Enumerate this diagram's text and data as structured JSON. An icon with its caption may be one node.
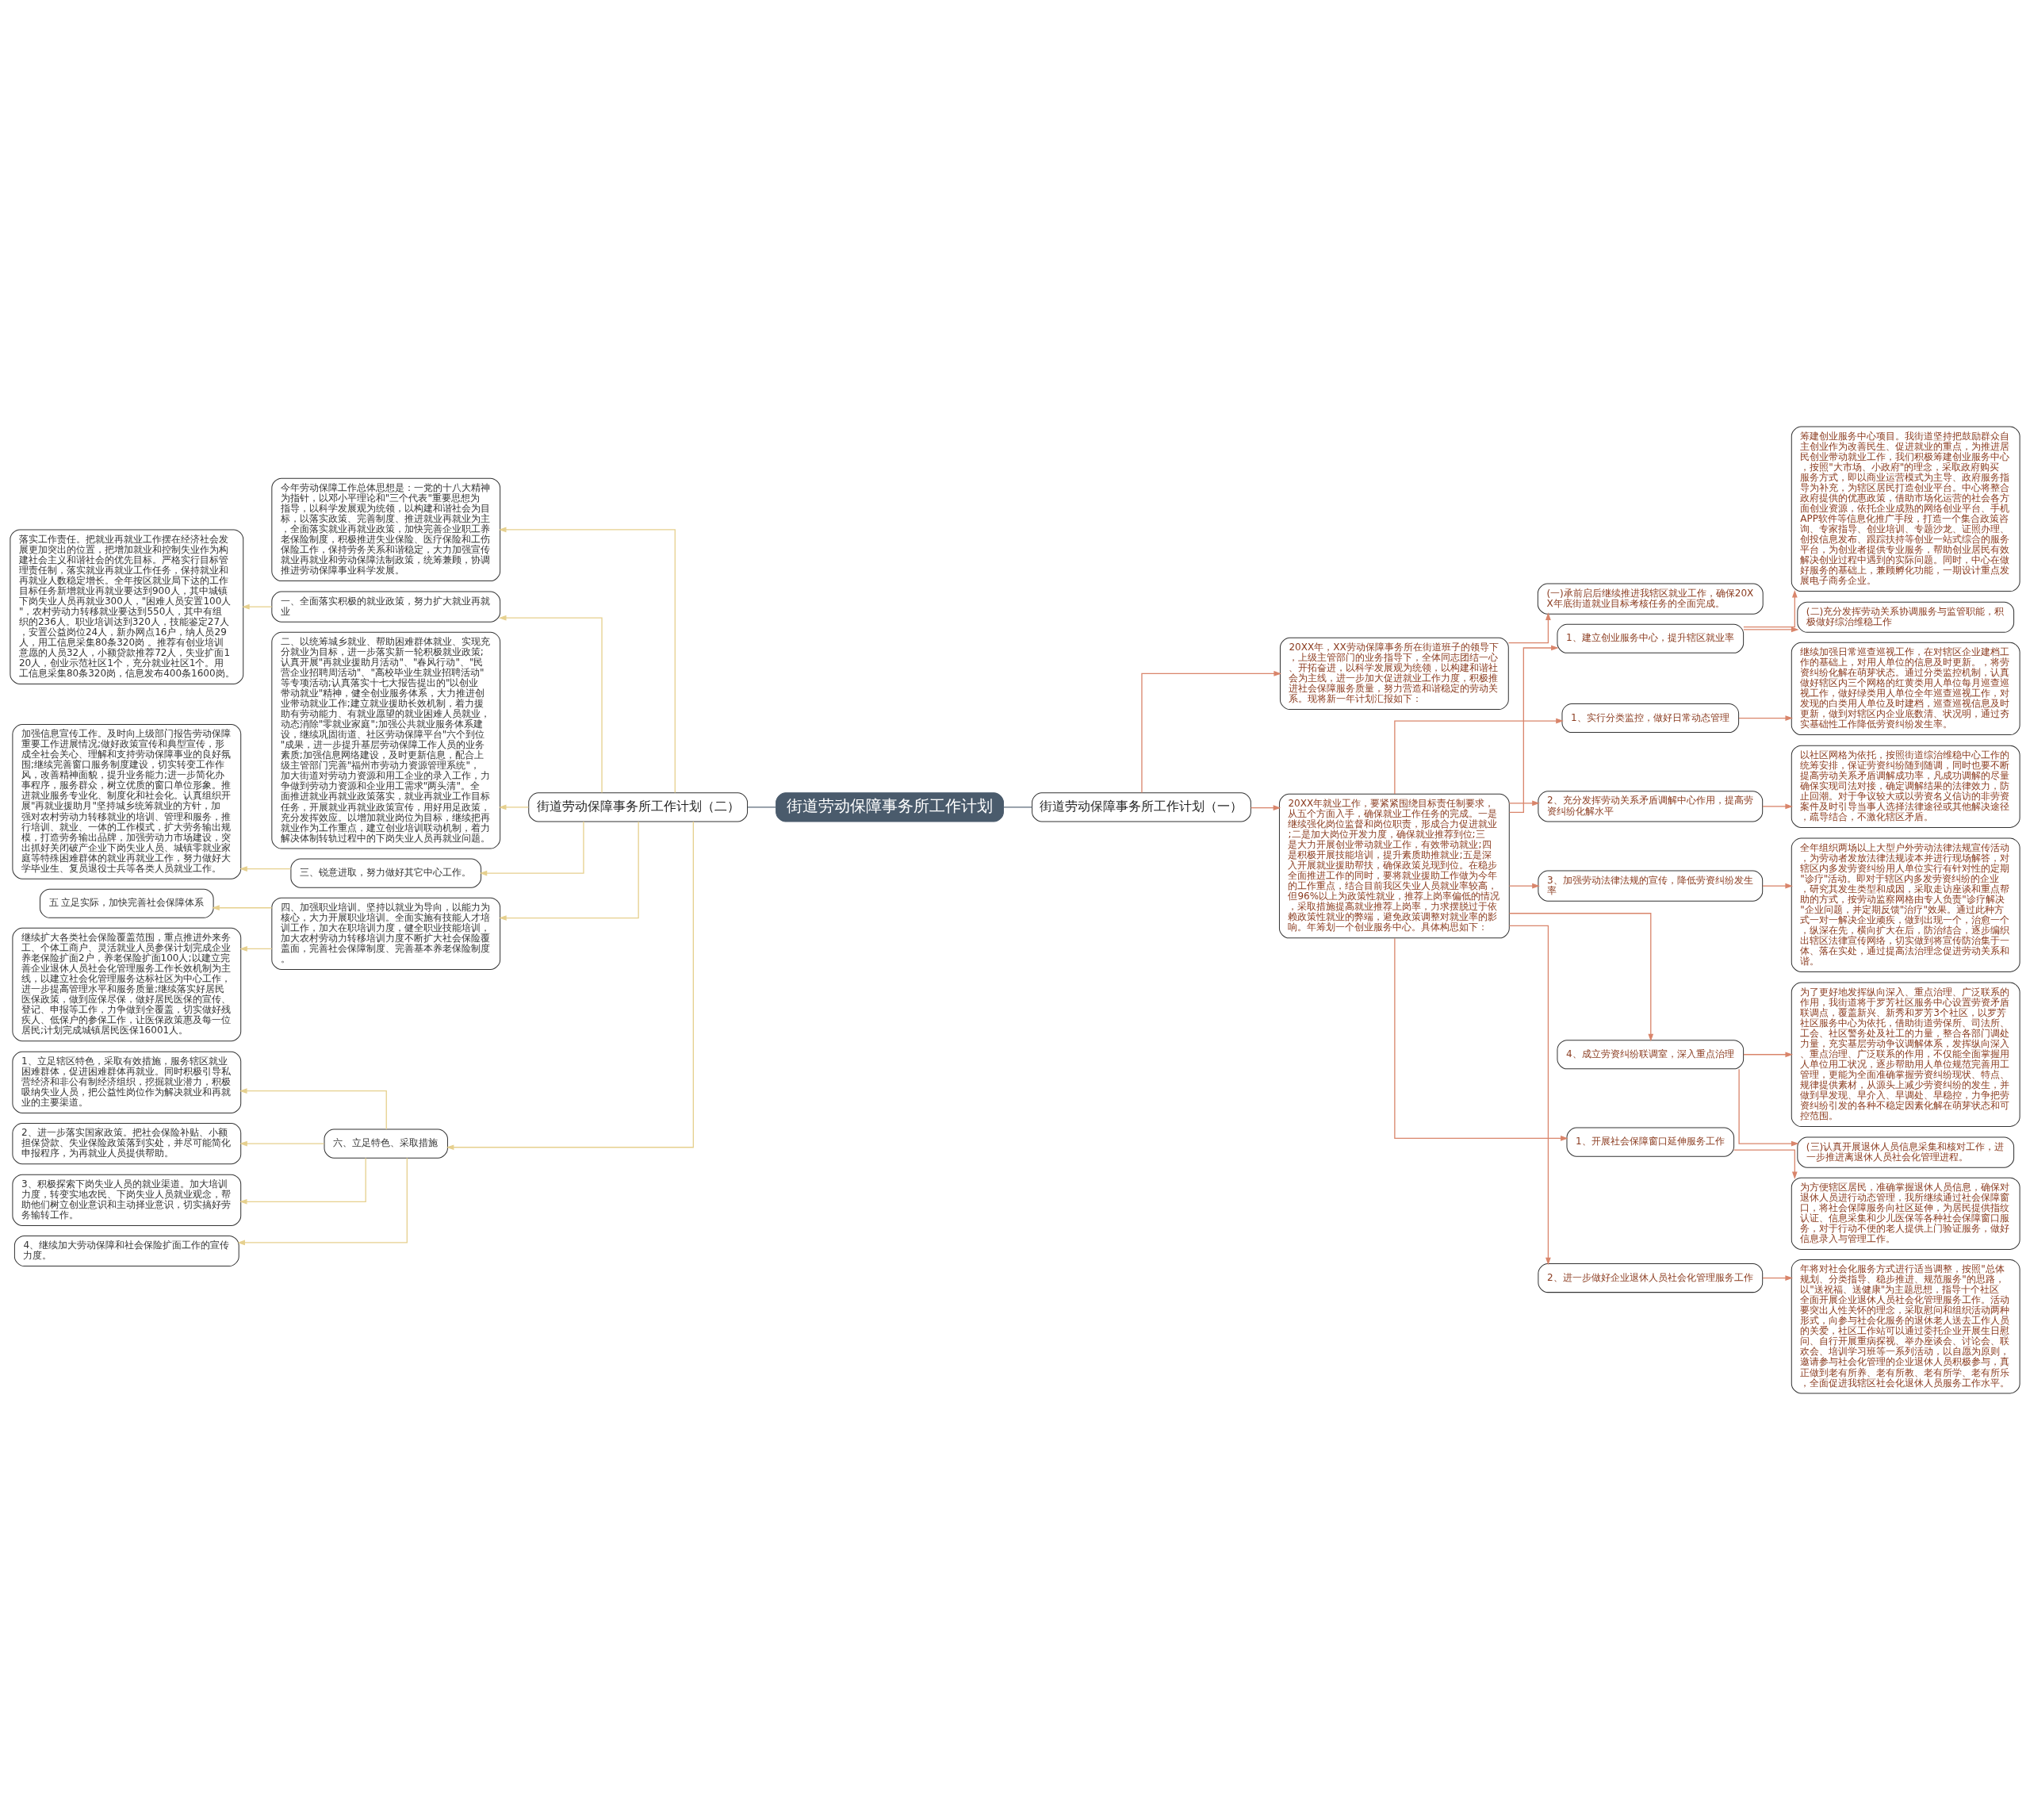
{
  "diagram": {
    "nodes": [
      {
        "text": [
          "街道劳动保障事务所工作计划"
        ]
      },
      {
        "text": [
          "街道劳动保障事务所工作计划（二）"
        ]
      },
      {
        "text": [
          "街道劳动保障事务所工作计划（一）"
        ]
      },
      {
        "text": [
          "今年劳动保障工作总体思想是：一党的十八大精神为指针，以邓小平理论和\"三个代表\"重要思想为指导，以科学发展观为统领，以构建和谐社会为目标，以落实政策、完善制度、推进就业再就业为主，全面落实就业再就业政策，加快完善企业职工养老保险制度，积极推进失业保险、医疗保险和工伤保险工作，保持劳务关系和谐稳定，大力加强宣传就业再就业和劳动保障法制政策，统筹兼顾，协调推进劳动保障事业科学发展。"
        ]
      },
      {
        "text": [
          "一、全面落实积极的就业政策，努力扩大就业再就业"
        ]
      },
      {
        "text": [
          "落实工作责任。把就业再就业工作摆在经济社会发展更加突出的位置，把增加就业和控制失业作为构建社会主义和谐社会的优先目标。严格实行目标管理责任制，落实就业再就业工作任务，保持就业和再就业人数稳定增长。全年按区就业局下达的工作目标任务新增就业再就业要达到900人，其中城镇下岗失业人员再就业300人，\"困难人员安置100人\"，农村劳动力转移就业要达到550人，其中有组织的236人。职业培训达到320人，技能鉴定27人，安置公益岗位24人，新办网点16户，纳人员29人，用工信息采集80条320岗 。推荐有创业培训意愿的人员32人，小额贷款推荐72人，失业扩面120人，创业示范社区1个，充分就业社区1个。用工信息采集80条320岗，信息发布400条1600岗。"
        ]
      },
      {
        "text": [
          "二、以统筹城乡就业、帮助困难群体就业、实现充分就业为目标，进一步落实新一轮积极就业政策;认真开展\"再就业援助月活动\"、\"春风行动\"、\"民营企业招聘周活动\"、\"高校毕业生就业招聘活动\"等专项活动;认真落实十七大报告提出的\"以创业带动就业\"精神，健全创业服务体系，大力推进创业带动就业工作;建立就业援助长效机制，着力援助有劳动能力、有就业愿望的就业困难人员就业，动态消除\"零就业家庭\";加强公共就业服务体系建设，继续巩固街道、社区劳动保障平台\"六个到位\"成果，进一步提升基层劳动保障工作人员的业务素质;加强信息网络建设，及时更新信息，配合上级主管部门完善\"福州市劳动力资源管理系统\"，加大街道对劳动力资源和用工企业的录入工作，力争做到劳动力资源和企业用工需求\"两头清\"。全面推进就业再就业政策落实，就业再就业工作目标任务，开展就业再就业政策宣传，用好用足政策，充分发挥效应。以增加就业岗位为目标，继续把再就业作为工作重点，建立创业培训联动机制，着力解决体制转轨过程中的下岗失业人员再就业问题。"
        ]
      },
      {
        "text": [
          "三、锐意进取，努力做好其它中心工作。"
        ]
      },
      {
        "text": [
          "加强信息宣传工作。及时向上级部门报告劳动保障重要工作进展情况;做好政策宣传和典型宣传，形成全社会关心、理解和支持劳动保障事业的良好氛围;继续完善窗口服务制度建设，切实转变工作作风，改善精神面貌，提升业务能力;进一步简化办事程序，服务群众，树立优质的窗口单位形象。推进就业服务专业化、制度化和社会化。认真组织开展\"再就业援助月\"坚持城乡统筹就业的方针，加强对农村劳动力转移就业的培训、管理和服务，推行培训、就业、一体的工作模式，扩大劳务输出规模，打造劳务输出品牌，加强劳动力市场建设，突出抓好关闭破产企业下岗失业人员、城镇零就业家庭等特殊困难群体的就业再就业工作，努力做好大学毕业生、复员退役士兵等各类人员就业工作。"
        ]
      },
      {
        "text": [
          "四、加强职业培训。坚持以就业为导向，以能力为核心，大力开展职业培训。全面实施有技能人才培训工作，加大在职培训力度，健全职业技能培训，加大农村劳动力转移培训力度不断扩大社会保险覆盖面，完善社会保障制度、完善基本养老保险制度。"
        ]
      },
      {
        "text": [
          "五 立足实际，加快完善社会保障体系"
        ]
      },
      {
        "text": [
          "继续扩大各类社会保险覆盖范围，重点推进外来务工、个体工商户、灵活就业人员参保计划完成企业养老保险扩面2户，养老保险扩面100人;以建立完善企业退休人员社会化管理服务工作长效机制为主线，以建立社会化管理服务达标社区为中心工作，进一步提高管理水平和服务质量;继续落实好居民医保政策，做到应保尽保，做好居民医保的宣传、登记、申报等工作，力争做到全覆盖，切实做好残疾人、低保户的参保工作，让医保政策惠及每一位居民;计划完成城镇居民医保16001人。"
        ]
      },
      {
        "text": [
          "六、立足特色、采取措施"
        ]
      },
      {
        "text": [
          "1、立足辖区特色，采取有效措施，服务辖区就业困难群体，促进困难群体再就业。同时积极引导私营经济和非公有制经济组织，挖掘就业潜力，积极吸纳失业人员，把公益性岗位作为解决就业和再就业的主要渠道。"
        ]
      },
      {
        "text": [
          "2、进一步落实国家政策。把社会保险补贴、小额担保贷款、失业保险政策落到实处，并尽可能简化申报程序，为再就业人员提供帮助。"
        ]
      },
      {
        "text": [
          "3、积极探索下岗失业人员的就业渠道。加大培训力度，转变实地农民、下岗失业人员就业观念，帮助他们树立创业意识和主动择业意识，切实搞好劳务输转工作。"
        ]
      },
      {
        "text": [
          "4、继续加大劳动保障和社会保险扩面工作的宣传力度。"
        ]
      },
      {
        "text": [
          "20XX年，XX劳动保障事务所在街道班子的领导下，上级主管部门的业务指导下，全体同志团结一心、开拓奋进，以科学发展观为统领，以构建和谐社会为主线，进一步加大促进就业工作力度，积极推进社会保障服务质量，努力营造和谐稳定的劳动关系。现将新一年计划汇报如下："
        ]
      },
      {
        "text": [
          "(一)承前启后继续推进我辖区就业工作，确保20XX年底街道就业目标考核任务的全面完成。"
        ]
      },
      {
        "text": [
          "20XX年就业工作，要紧紧围绕目标责任制要求，从五个方面入手，确保就业工作任务的完成。一是继续强化岗位监督和岗位职责，形成合力促进就业;二是加大岗位开发力度，确保就业推荐到位;三是大力开展创业带动就业工作，有效带动就业;四是积极开展技能培训，提升素质助推就业;五是深入开展就业援助帮扶，确保政策兑现到位。在稳步全面推进工作的同时，要将就业援助工作做为今年的工作重点，结合目前我区失业人员就业率较高，但96%以上为政策性就业，推荐上岗率偏低的情况，采取措施提高就业推荐上岗率，力求摆脱过于依赖政策性就业的弊端，避免政策调整对就业率的影响。年筹划一个创业服务中心。具体构思如下："
        ]
      },
      {
        "text": [
          "1、建立创业服务中心，提升辖区就业率"
        ]
      },
      {
        "text": [
          "筹建创业服务中心项目。我街道坚持把鼓励群众自主创业作为改善民生、促进就业的重点，为推进居民创业带动就业工作，我们积极筹建创业服务中心，按照\"大市场、小政府\"的理念，采取政府购买服务方式，即以商业运营模式为主导、政府服务指导为补充，为辖区居民打造创业平台。中心将整合政府提供的优惠政策，借助市场化运营的社会各方面创业资源，依托企业成熟的网络创业平台、手机APP软件等信息化推广手段，打造一个集合政策咨询、专家指导、创业培训、专题沙龙、证照办理、创投信息发布、跟踪扶持等创业一站式综合的服务平台，为创业者提供专业服务，帮助创业居民有效解决创业过程中遇到的实际问题。同时，中心在做好服务的基础上，兼顾孵化功能，一期设计重点发展电子商务企业。"
        ]
      },
      {
        "text": [
          "(二)充分发挥劳动关系协调服务与监管职能，积极做好综治维稳工作"
        ]
      },
      {
        "text": [
          "1、实行分类监控，做好日常动态管理"
        ]
      },
      {
        "text": [
          "继续加强日常巡查巡视工作，在对辖区企业建档工作的基础上，对用人单位的信息及时更新。，将劳资纠纷化解在萌芽状态。通过分类监控机制，认真做好辖区内三个网格的红黄类用人单位每月巡查巡视工作，做好绿类用人单位全年巡查巡视工作，对发现的白类用人单位及时建档，巡查巡视信息及时更新，做到对辖区内企业底数清、状况明，通过夯实基础性工作降低劳资纠纷发生率。"
        ]
      },
      {
        "text": [
          "2、充分发挥劳动关系矛盾调解中心作用，提高劳资纠纷化解水平"
        ]
      },
      {
        "text": [
          "以社区网格为依托，按照街道综治维稳中心工作的统筹安排，保证劳资纠纷随到随调，同时也要不断提高劳动关系矛盾调解成功率，凡成功调解的尽量确保实现司法对接，确定调解结果的法律效力，防止回潮。对于争议较大或以劳资名义信访的非劳资案件及时引导当事人选择法律途径或其他解决途径，疏导结合，不激化辖区矛盾。"
        ]
      },
      {
        "text": [
          "3、加强劳动法律法规的宣传，降低劳资纠纷发生率"
        ]
      },
      {
        "text": [
          "全年组织两场以上大型户外劳动法律法规宣传活动，为劳动者发放法律法规读本并进行现场解答，对辖区内多发劳资纠纷用人单位实行有针对性的定期\"诊疗\"活动。即对于辖区内多发劳资纠纷的企业，研究其发生类型和成因，采取走访座谈和重点帮助的方式，按劳动监察网格由专人负责\"诊疗解决\"企业问题，并定期反馈\"治疗\"效果。通过此种方式一对一解决企业顽疾，做到出现一个，治愈一个，纵深在先，横向扩大在后，防治结合，逐步编织出辖区法律宣传网络，切实做到将宣传防治集于一体、落在实处，通过提高法治理念促进劳动关系和谐。"
        ]
      },
      {
        "text": [
          "4、成立劳资纠纷联调室，深入重点治理"
        ]
      },
      {
        "text": [
          "为了更好地发挥纵向深入、重点治理、广泛联系的作用，我街道将于罗芳社区服务中心设置劳资矛盾联调点，覆盖新兴、新秀和罗芳3个社区，以罗芳社区服务中心为依托，借助街道劳保所、司法所、工会、社区警务处及社工的力量，整合各部门调处力量，充实基层劳动争议调解体系，发挥纵向深入、重点治理、广泛联系的作用，不仅能全面掌握用人单位用工状况，逐步帮助用人单位规范完善用工管理，更能为全面准确掌握劳资纠纷现状、特点、规律提供素材，从源头上减少劳资纠纷的发生，并做到早发现、早介入、早调处、早稳控，力争把劳资纠纷引发的各种不稳定因素化解在萌芽状态和可控范围。"
        ]
      },
      {
        "text": [
          "(三)认真开展退休人员信息采集和核对工作，进一步推进离退休人员社会化管理进程。"
        ]
      },
      {
        "text": [
          "1、开展社会保障窗口延伸服务工作"
        ]
      },
      {
        "text": [
          "为方便辖区居民，准确掌握退休人员信息，确保对退休人员进行动态管理，我所继续通过社会保障窗口，将社会保障服务向社区延伸，为居民提供指纹认证、信息采集和少儿医保等各种社会保障窗口服务，对于行动不便的老人提供上门验证服务，做好信息录入与管理工作。"
        ]
      },
      {
        "text": [
          "2、进一步做好企业退休人员社会化管理服务工作"
        ]
      },
      {
        "text": [
          "年将对社会化服务方式进行适当调整，按照\"总体规划、分类指导、稳步推进、规范服务\"的思路，以\"送祝福、送健康\"为主题思想，指导十个社区全面开展企业退休人员社会化管理服务工作。活动要突出人性关怀的理念，采取慰问和组织活动两种形式，向参与社会化服务的退休老人送去工作人员的关爱，社区工作站可以通过委托企业开展生日慰问、自行开展重病探视、举办座谈会、讨论会、联欢会、培训学习班等一系列活动，以自愿为原则，邀请参与社会化管理的企业退休人员积极参与，真正做到老有所养、老有所教、老有所学、老有所乐，全面促进我辖区社会化退休人员服务工作水平。"
        ]
      }
    ],
    "edges": [
      {
        "from": 0,
        "to": 1,
        "arrow": "none",
        "color": "#5b6b7a"
      },
      {
        "from": 0,
        "to": 2,
        "arrow": "none",
        "color": "#5b6b7a"
      },
      {
        "from": 1,
        "to": 3,
        "arrow": "to",
        "color": "#e6d08e"
      },
      {
        "from": 1,
        "to": 4,
        "arrow": "to",
        "color": "#e6d08e"
      },
      {
        "from": 4,
        "to": 5,
        "arrow": "to",
        "color": "#e6d08e"
      },
      {
        "from": 1,
        "to": 6,
        "arrow": "to",
        "color": "#e6d08e"
      },
      {
        "from": 1,
        "to": 7,
        "arrow": "to",
        "color": "#e6d08e"
      },
      {
        "from": 7,
        "to": 8,
        "arrow": "to",
        "color": "#e6d08e"
      },
      {
        "from": 1,
        "to": 9,
        "arrow": "to",
        "color": "#e6d08e"
      },
      {
        "from": 9,
        "to": 10,
        "arrow": "to",
        "color": "#e6d08e"
      },
      {
        "from": 9,
        "to": 11,
        "arrow": "to",
        "color": "#e6d08e"
      },
      {
        "from": 1,
        "to": 12,
        "arrow": "to",
        "color": "#e6d08e"
      },
      {
        "from": 12,
        "to": 13,
        "arrow": "to",
        "color": "#e6d08e"
      },
      {
        "from": 12,
        "to": 14,
        "arrow": "to",
        "color": "#e6d08e"
      },
      {
        "from": 12,
        "to": 15,
        "arrow": "to",
        "color": "#e6d08e"
      },
      {
        "from": 12,
        "to": 16,
        "arrow": "to",
        "color": "#e6d08e"
      },
      {
        "from": 2,
        "to": 17,
        "arrow": "to"
      },
      {
        "from": 17,
        "to": 18,
        "arrow": "to"
      },
      {
        "from": 2,
        "to": 19,
        "arrow": "to"
      },
      {
        "from": 19,
        "to": 20,
        "arrow": "to"
      },
      {
        "from": 20,
        "to": 21,
        "arrow": "to"
      },
      {
        "from": 20,
        "to": 22,
        "arrow": "to"
      },
      {
        "from": 19,
        "to": 23,
        "arrow": "to"
      },
      {
        "from": 23,
        "to": 24,
        "arrow": "to"
      },
      {
        "from": 19,
        "to": 25,
        "arrow": "to"
      },
      {
        "from": 25,
        "to": 26,
        "arrow": "to"
      },
      {
        "from": 19,
        "to": 27,
        "arrow": "to"
      },
      {
        "from": 27,
        "to": 28,
        "arrow": "to"
      },
      {
        "from": 19,
        "to": 29,
        "arrow": "to"
      },
      {
        "from": 29,
        "to": 30,
        "arrow": "to"
      },
      {
        "from": 29,
        "to": 31,
        "arrow": "to"
      },
      {
        "from": 19,
        "to": 32,
        "arrow": "to"
      },
      {
        "from": 32,
        "to": 33,
        "arrow": "to"
      },
      {
        "from": 19,
        "to": 34,
        "arrow": "to"
      },
      {
        "from": 34,
        "to": 35,
        "arrow": "to"
      }
    ]
  }
}
